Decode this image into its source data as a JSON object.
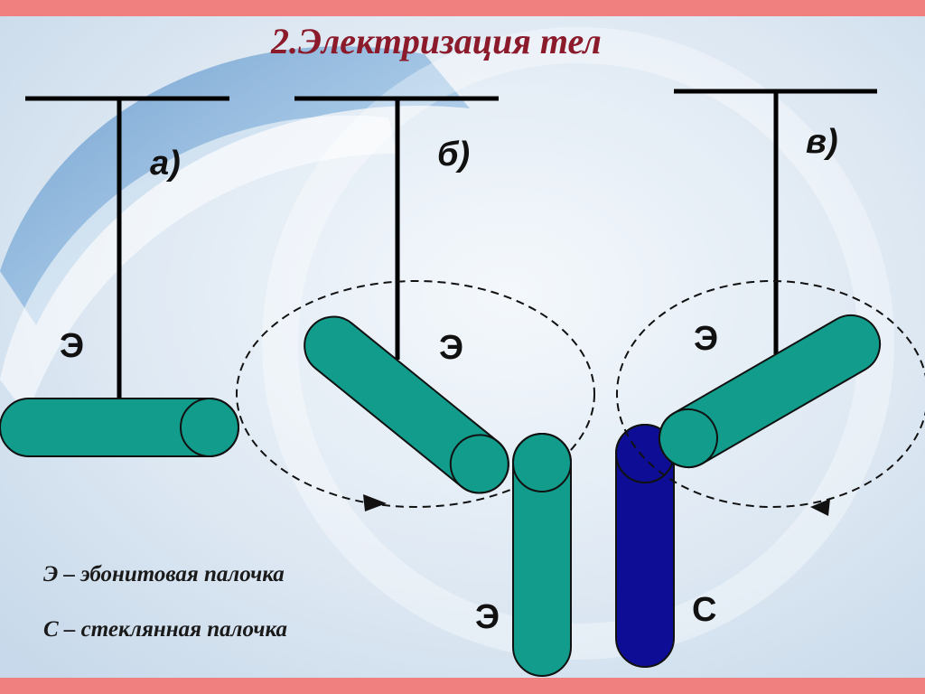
{
  "slide": {
    "title": "2.Электризация тел",
    "colors": {
      "frame": "#f08080",
      "title": "#8b1a2b",
      "ebonite": "#119c8c",
      "glass": "#0d0d96",
      "outline": "#111111"
    }
  },
  "diagram": {
    "panels": [
      {
        "id": "a",
        "label": "а)",
        "rod_symbol": "Э"
      },
      {
        "id": "b",
        "label": "б)",
        "rod_symbol": "Э"
      },
      {
        "id": "v",
        "label": "в)",
        "rod_symbol": "Э"
      }
    ],
    "hand_rods": [
      {
        "symbol": "Э"
      },
      {
        "symbol": "С"
      }
    ]
  },
  "legend": [
    {
      "text": "Э – эбонитовая палочка"
    },
    {
      "text": "С – стеклянная палочка"
    }
  ]
}
